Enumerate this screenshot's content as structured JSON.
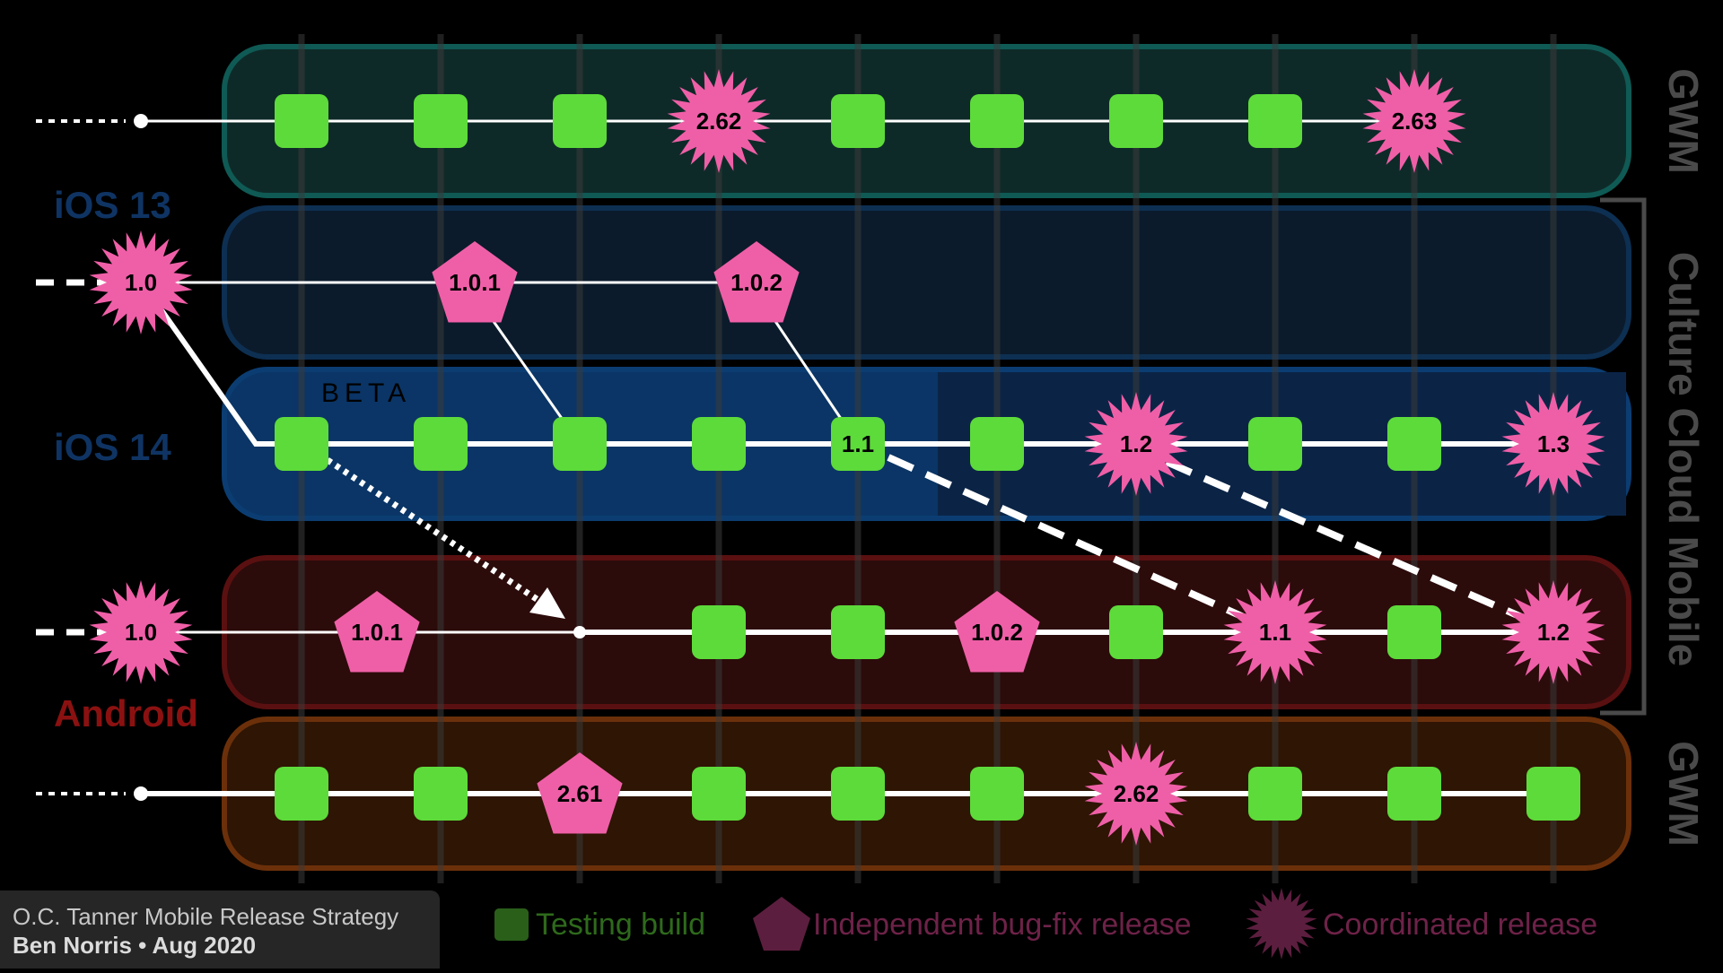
{
  "rows": [
    {
      "id": "gwm-ios",
      "band_color": "#0e2a28",
      "band_stroke": "#0f5a54",
      "nodes": [
        {
          "k": "b"
        },
        {
          "k": "b"
        },
        {
          "k": "b"
        },
        {
          "k": "c",
          "label": "2.62"
        },
        {
          "k": "b"
        },
        {
          "k": "b"
        },
        {
          "k": "b"
        },
        {
          "k": "b"
        },
        {
          "k": "c",
          "label": "2.63"
        }
      ]
    },
    {
      "id": "ios13",
      "band_color": "#0b1b2c",
      "band_stroke": "#0d2f52",
      "nodes": [
        {
          "k": "c",
          "label": "1.0"
        },
        {
          "k": "p",
          "label": "1.0.1"
        },
        {
          "k": "p",
          "label": "1.0.2"
        }
      ]
    },
    {
      "id": "ios14",
      "band_color": "#0a3566",
      "band_stroke": "#0b3d72",
      "nodes": [
        {
          "k": "b"
        },
        {
          "k": "b"
        },
        {
          "k": "b"
        },
        {
          "k": "b"
        },
        {
          "k": "b",
          "label": "1.1"
        },
        {
          "k": "b"
        },
        {
          "k": "c",
          "label": "1.2"
        },
        {
          "k": "b"
        },
        {
          "k": "b"
        },
        {
          "k": "c",
          "label": "1.3"
        }
      ]
    },
    {
      "id": "android",
      "band_color": "#2c0b0b",
      "band_stroke": "#5a1010",
      "nodes": [
        {
          "k": "c",
          "label": "1.0"
        },
        {
          "k": "p",
          "label": "1.0.1"
        },
        {
          "k": "b"
        },
        {
          "k": "b"
        },
        {
          "k": "p",
          "label": "1.0.2"
        },
        {
          "k": "b"
        },
        {
          "k": "c",
          "label": "1.1"
        },
        {
          "k": "b"
        },
        {
          "k": "c",
          "label": "1.2"
        }
      ]
    },
    {
      "id": "gwm-android",
      "band_color": "#2e1504",
      "band_stroke": "#6b300a",
      "nodes": [
        {
          "k": "b"
        },
        {
          "k": "b"
        },
        {
          "k": "p",
          "label": "2.61"
        },
        {
          "k": "b"
        },
        {
          "k": "b"
        },
        {
          "k": "b"
        },
        {
          "k": "c",
          "label": "2.62"
        },
        {
          "k": "b"
        },
        {
          "k": "b"
        },
        {
          "k": "b"
        }
      ]
    }
  ],
  "labels": {
    "ios13": "iOS 13",
    "ios14": "iOS 14",
    "android": "Android",
    "beta": "BETA",
    "gwm_top": "GWM",
    "gwm_bottom": "GWM",
    "culture_cloud": "Culture Cloud Mobile"
  },
  "legend": {
    "testing": "Testing build",
    "bugfix": "Independent bug-fix release",
    "coordinated": "Coordinated release"
  },
  "footer": {
    "title": "O.C. Tanner Mobile Release Strategy",
    "subtitle": "Ben Norris • Aug 2020"
  },
  "colors": {
    "build": "#5ddb3a",
    "release": "#ef5fa7",
    "ios_label": "#0f3463",
    "android_label": "#8b1111",
    "side_label": "#4a4a4a"
  }
}
